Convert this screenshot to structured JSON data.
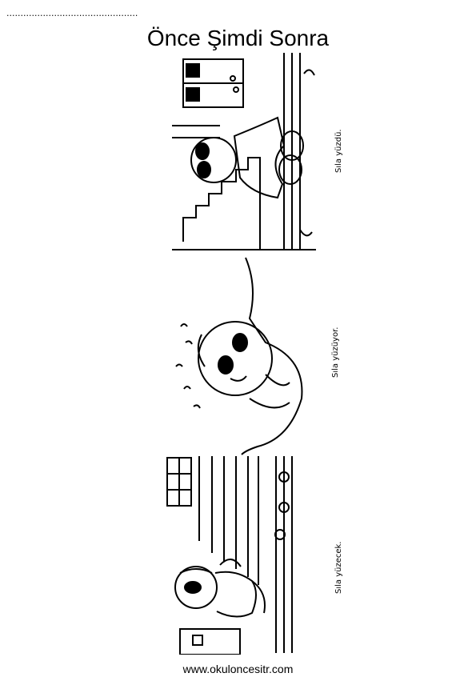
{
  "header": {
    "dots": "..............................................."
  },
  "title": "Önce Şimdi Sonra",
  "panels": [
    {
      "caption": "Sıla yüzdü."
    },
    {
      "caption": "Sıla yüzüyor."
    },
    {
      "caption": "Sıla yüzecek."
    }
  ],
  "footer": {
    "url": "www.okuloncesitr.com"
  }
}
